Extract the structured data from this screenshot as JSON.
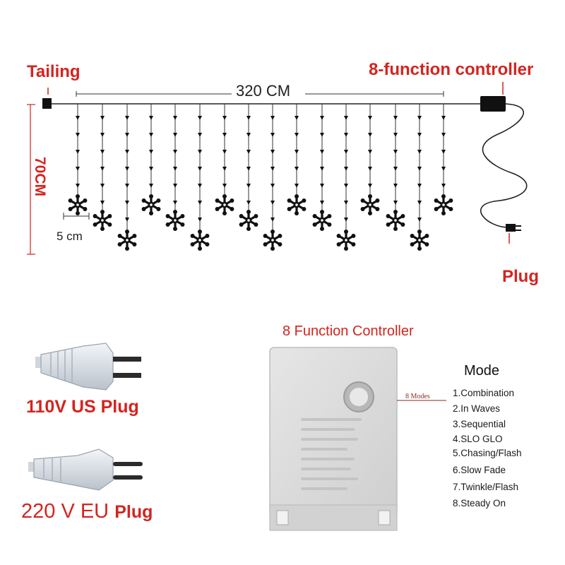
{
  "top_diagram": {
    "tailing_label": "Tailing",
    "controller_label": "8-function controller",
    "width_label": "320 CM",
    "height_label": "70CM",
    "spacing_label": "5 cm",
    "plug_label": "Plug"
  },
  "plugs": {
    "us_plug_label": "110V US Plug",
    "eu_plug_label_part1": "220 V EU",
    "eu_plug_label_part2": "Plug"
  },
  "controller_box": {
    "title": "8 Function Controller",
    "modes_pointer_label": "8 Modes"
  },
  "modes": {
    "title": "Mode",
    "items": [
      "1.Combination",
      "2.In Waves",
      "3.Sequential",
      "4.SLO GLO",
      "5.Chasing/Flash",
      "6.Slow Fade",
      "7.Twinkle/Flash",
      "8.Steady On"
    ]
  },
  "colors": {
    "accent_red": "#d4241f",
    "wire": "#222222",
    "controller_body": "#d9d9d9"
  }
}
